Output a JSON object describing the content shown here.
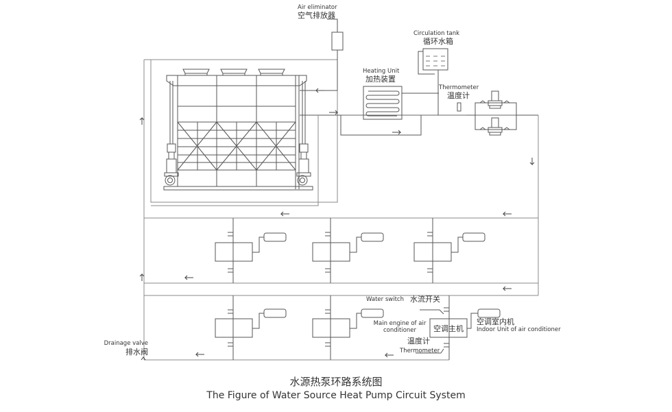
{
  "labels": {
    "air_eliminator_en": "Air eliminator",
    "air_eliminator_zh": "空气排放器",
    "circulation_tank_en": "Circulation tank",
    "circulation_tank_zh": "循环水箱",
    "heating_unit_en": "Heating Unit",
    "heating_unit_zh": "加热装置",
    "thermometer_top_en": "Thermometer",
    "thermometer_top_zh": "温度计",
    "water_switch_en": "Water switch",
    "water_switch_zh": "水流开关",
    "main_engine_en_line1": "Main engine of air",
    "main_engine_en_line2": "conditioner",
    "main_engine_box_zh": "空调主机",
    "indoor_unit_zh": "空调室内机",
    "indoor_unit_en": "Indoor Unit of air conditioner",
    "thermometer_bottom_zh": "温度计",
    "thermometer_bottom_en": "Thermometer",
    "drainage_valve_en": "Drainage valve",
    "drainage_valve_zh": "排水阀"
  },
  "caption": {
    "title_zh": "水源热泵环路系统图",
    "title_en": "The Figure of Water Source Heat Pump Circuit System"
  },
  "components": {
    "cooling_tower_fans": 3,
    "circulation_pumps": 2,
    "tower_pumps": 2,
    "heat_pump_units_row1": 3,
    "heat_pump_units_row2": 2
  },
  "colors": {
    "line": "#555555",
    "main_pipe": "#999999",
    "text": "#333333"
  }
}
